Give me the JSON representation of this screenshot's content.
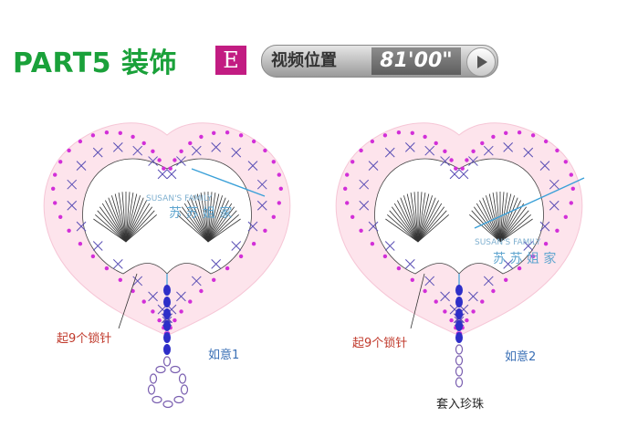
{
  "header": {
    "title": "PART5 装饰",
    "badge": "E",
    "video_label": "视频位置",
    "video_time": "81'00\""
  },
  "diagram": {
    "watermark_en": "SUSAN'S FAMILY",
    "watermark_cn": "苏 苏 姐 家",
    "left": {
      "start_label": "起9个锁针",
      "variant_label": "如意1"
    },
    "right": {
      "start_label": "起9个锁针",
      "variant_label": "如意2",
      "bead_label": "套入珍珠"
    }
  },
  "colors": {
    "title_green": "#1aa13a",
    "badge_magenta": "#c21c82",
    "heart_pink": "#fde4ec",
    "dot_magenta": "#d22fd8",
    "chain_blue": "#2e2ec8",
    "stitch_purple": "#5a4fb5",
    "label_red": "#c0392b",
    "label_blue": "#3a6fb5",
    "arrow_cyan": "#3aa0d8"
  },
  "icons": [
    "play-icon"
  ]
}
